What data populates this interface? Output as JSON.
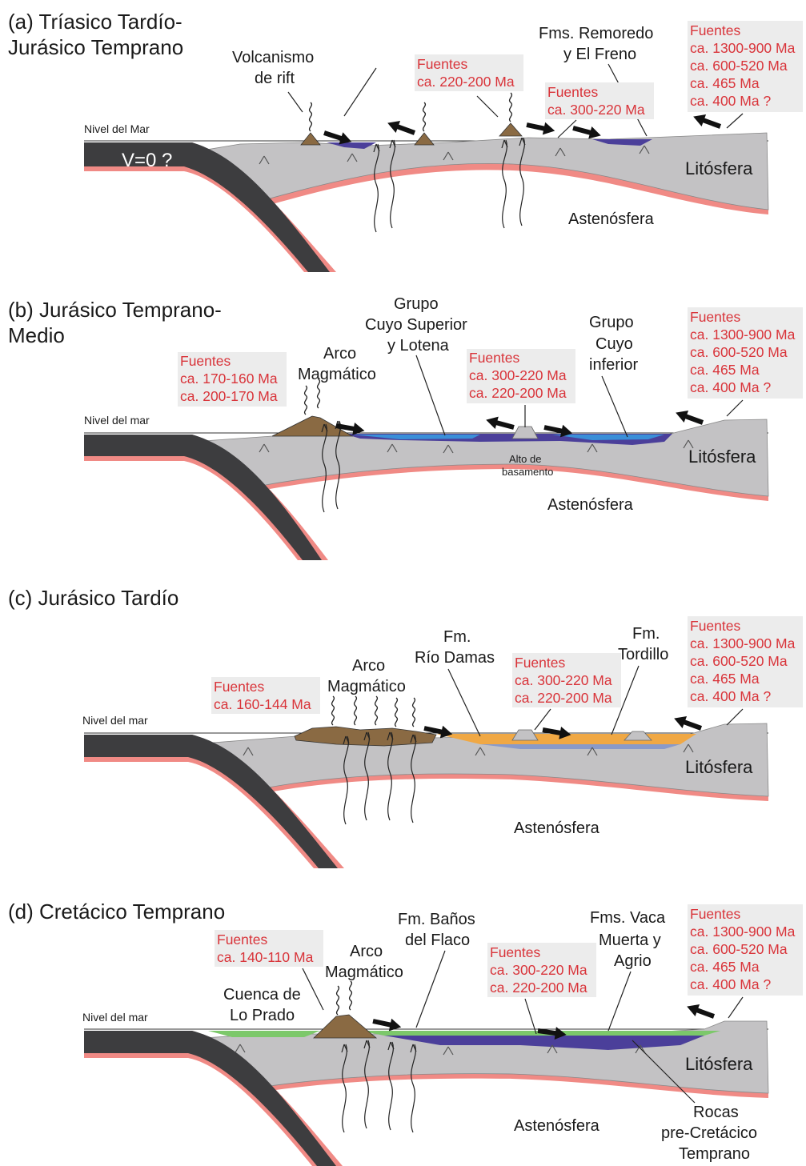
{
  "colors": {
    "lithosphere": "#c3c2c4",
    "asthenosphere_edge": "#f08a85",
    "slab": "#3d3d3f",
    "volcanic": "#8a6a43",
    "basin_purple": "#4b3f9a",
    "basin_blue": "#3a8fd8",
    "basin_orange": "#f0a844",
    "basin_green": "#7cc86a",
    "source_text": "#d9343a"
  },
  "panels": [
    {
      "title_lines": [
        "(a) Tríasico Tardío-",
        "Jurásico Temprano"
      ],
      "sea_level": "Nivel del Mar",
      "slab_label": "V=0 ?",
      "lithosphere": "Litósfera",
      "asthenosphere": "Astenósfera",
      "labels": {
        "rift": [
          "Volcanismo",
          "de rift"
        ],
        "formations": [
          "Fms. Remoredo",
          "y El Freno"
        ]
      },
      "sources": {
        "s1": [
          "Fuentes",
          "ca. 220-200 Ma"
        ],
        "s2": [
          "Fuentes",
          "ca. 300-220 Ma"
        ],
        "s3": [
          "Fuentes",
          "ca. 1300-900 Ma",
          "ca. 600-520 Ma",
          "ca. 465 Ma",
          "ca. 400 Ma ?"
        ]
      }
    },
    {
      "title_lines": [
        "(b) Jurásico Temprano-",
        "Medio"
      ],
      "sea_level": "Nivel del mar",
      "lithosphere": "Litósfera",
      "asthenosphere": "Astenósfera",
      "labels": {
        "arc": [
          "Arco",
          "Magmático"
        ],
        "upper": [
          "Grupo",
          "Cuyo Superior",
          "y Lotena"
        ],
        "lower": [
          "Grupo",
          "Cuyo",
          "inferior"
        ],
        "basement": [
          "Alto de",
          "basamento"
        ]
      },
      "sources": {
        "s1": [
          "Fuentes",
          "ca. 170-160 Ma",
          "ca. 200-170 Ma"
        ],
        "s2": [
          "Fuentes",
          "ca. 300-220 Ma",
          "ca. 220-200 Ma"
        ],
        "s3": [
          "Fuentes",
          "ca. 1300-900 Ma",
          "ca. 600-520 Ma",
          "ca. 465 Ma",
          "ca. 400 Ma ?"
        ]
      }
    },
    {
      "title_lines": [
        "(c) Jurásico Tardío"
      ],
      "sea_level": "Nivel del mar",
      "lithosphere": "Litósfera",
      "asthenosphere": "Astenósfera",
      "labels": {
        "arc": [
          "Arco",
          "Magmático"
        ],
        "damas": [
          "Fm.",
          "Río Damas"
        ],
        "tordillo": [
          "Fm.",
          "Tordillo"
        ]
      },
      "sources": {
        "s1": [
          "Fuentes",
          "ca. 160-144 Ma"
        ],
        "s2": [
          "Fuentes",
          "ca. 300-220 Ma",
          "ca. 220-200 Ma"
        ],
        "s3": [
          "Fuentes",
          "ca. 1300-900 Ma",
          "ca. 600-520 Ma",
          "ca. 465 Ma",
          "ca. 400 Ma ?"
        ]
      }
    },
    {
      "title_lines": [
        "(d) Cretácico Temprano"
      ],
      "sea_level": "Nivel del mar",
      "lithosphere": "Litósfera",
      "asthenosphere": "Astenósfera",
      "labels": {
        "arc": [
          "Arco",
          "Magmático"
        ],
        "lo_prado": [
          "Cuenca de",
          "Lo Prado"
        ],
        "banos": [
          "Fm. Baños",
          "del Flaco"
        ],
        "vaca": [
          "Fms. Vaca",
          "Muerta y",
          "Agrio"
        ],
        "pre": [
          "Rocas",
          "pre-Cretácico",
          "Temprano"
        ]
      },
      "sources": {
        "s1": [
          "Fuentes",
          "ca. 140-110 Ma"
        ],
        "s2": [
          "Fuentes",
          "ca. 300-220 Ma",
          "ca. 220-200 Ma"
        ],
        "s3": [
          "Fuentes",
          "ca. 1300-900 Ma",
          "ca. 600-520 Ma",
          "ca. 465 Ma",
          "ca. 400 Ma ?"
        ]
      }
    }
  ]
}
